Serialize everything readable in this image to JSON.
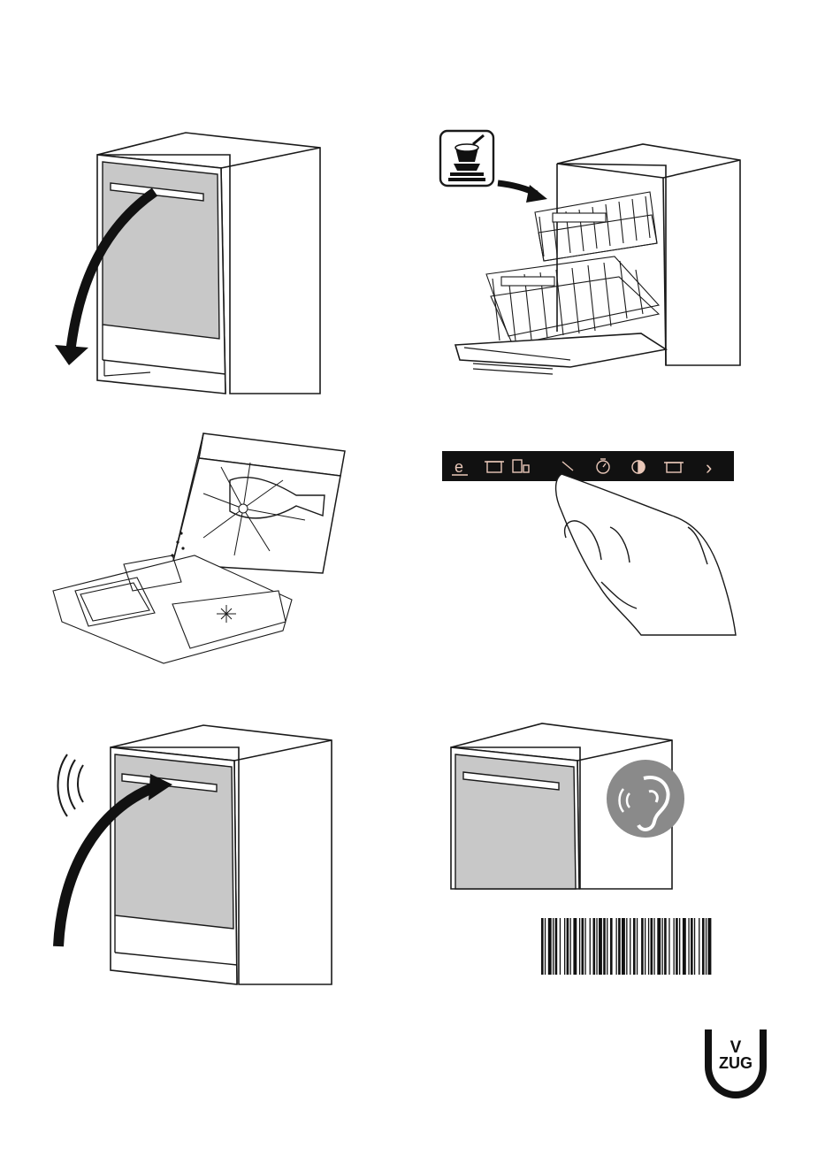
{
  "colors": {
    "line": "#1a1a1a",
    "door_fill": "#c8c8c8",
    "arrow": "#111111",
    "ear_badge": "#8a8a8a",
    "control_strip": "#111111",
    "control_icon": "#e9c7b8"
  },
  "icons": {
    "dishes": "dishes-stack-icon",
    "ear": "ear-sound-icon",
    "control": [
      "eco-icon",
      "pot-icon",
      "glass-icon",
      "rinse-icon",
      "timer-icon",
      "half-timer-icon",
      "pot-lid-icon",
      "chevron-right-icon"
    ]
  },
  "control_panel": {
    "eco_label": "e",
    "next_label": "›"
  },
  "logo": {
    "line1": "V",
    "line2": "ZUG"
  }
}
